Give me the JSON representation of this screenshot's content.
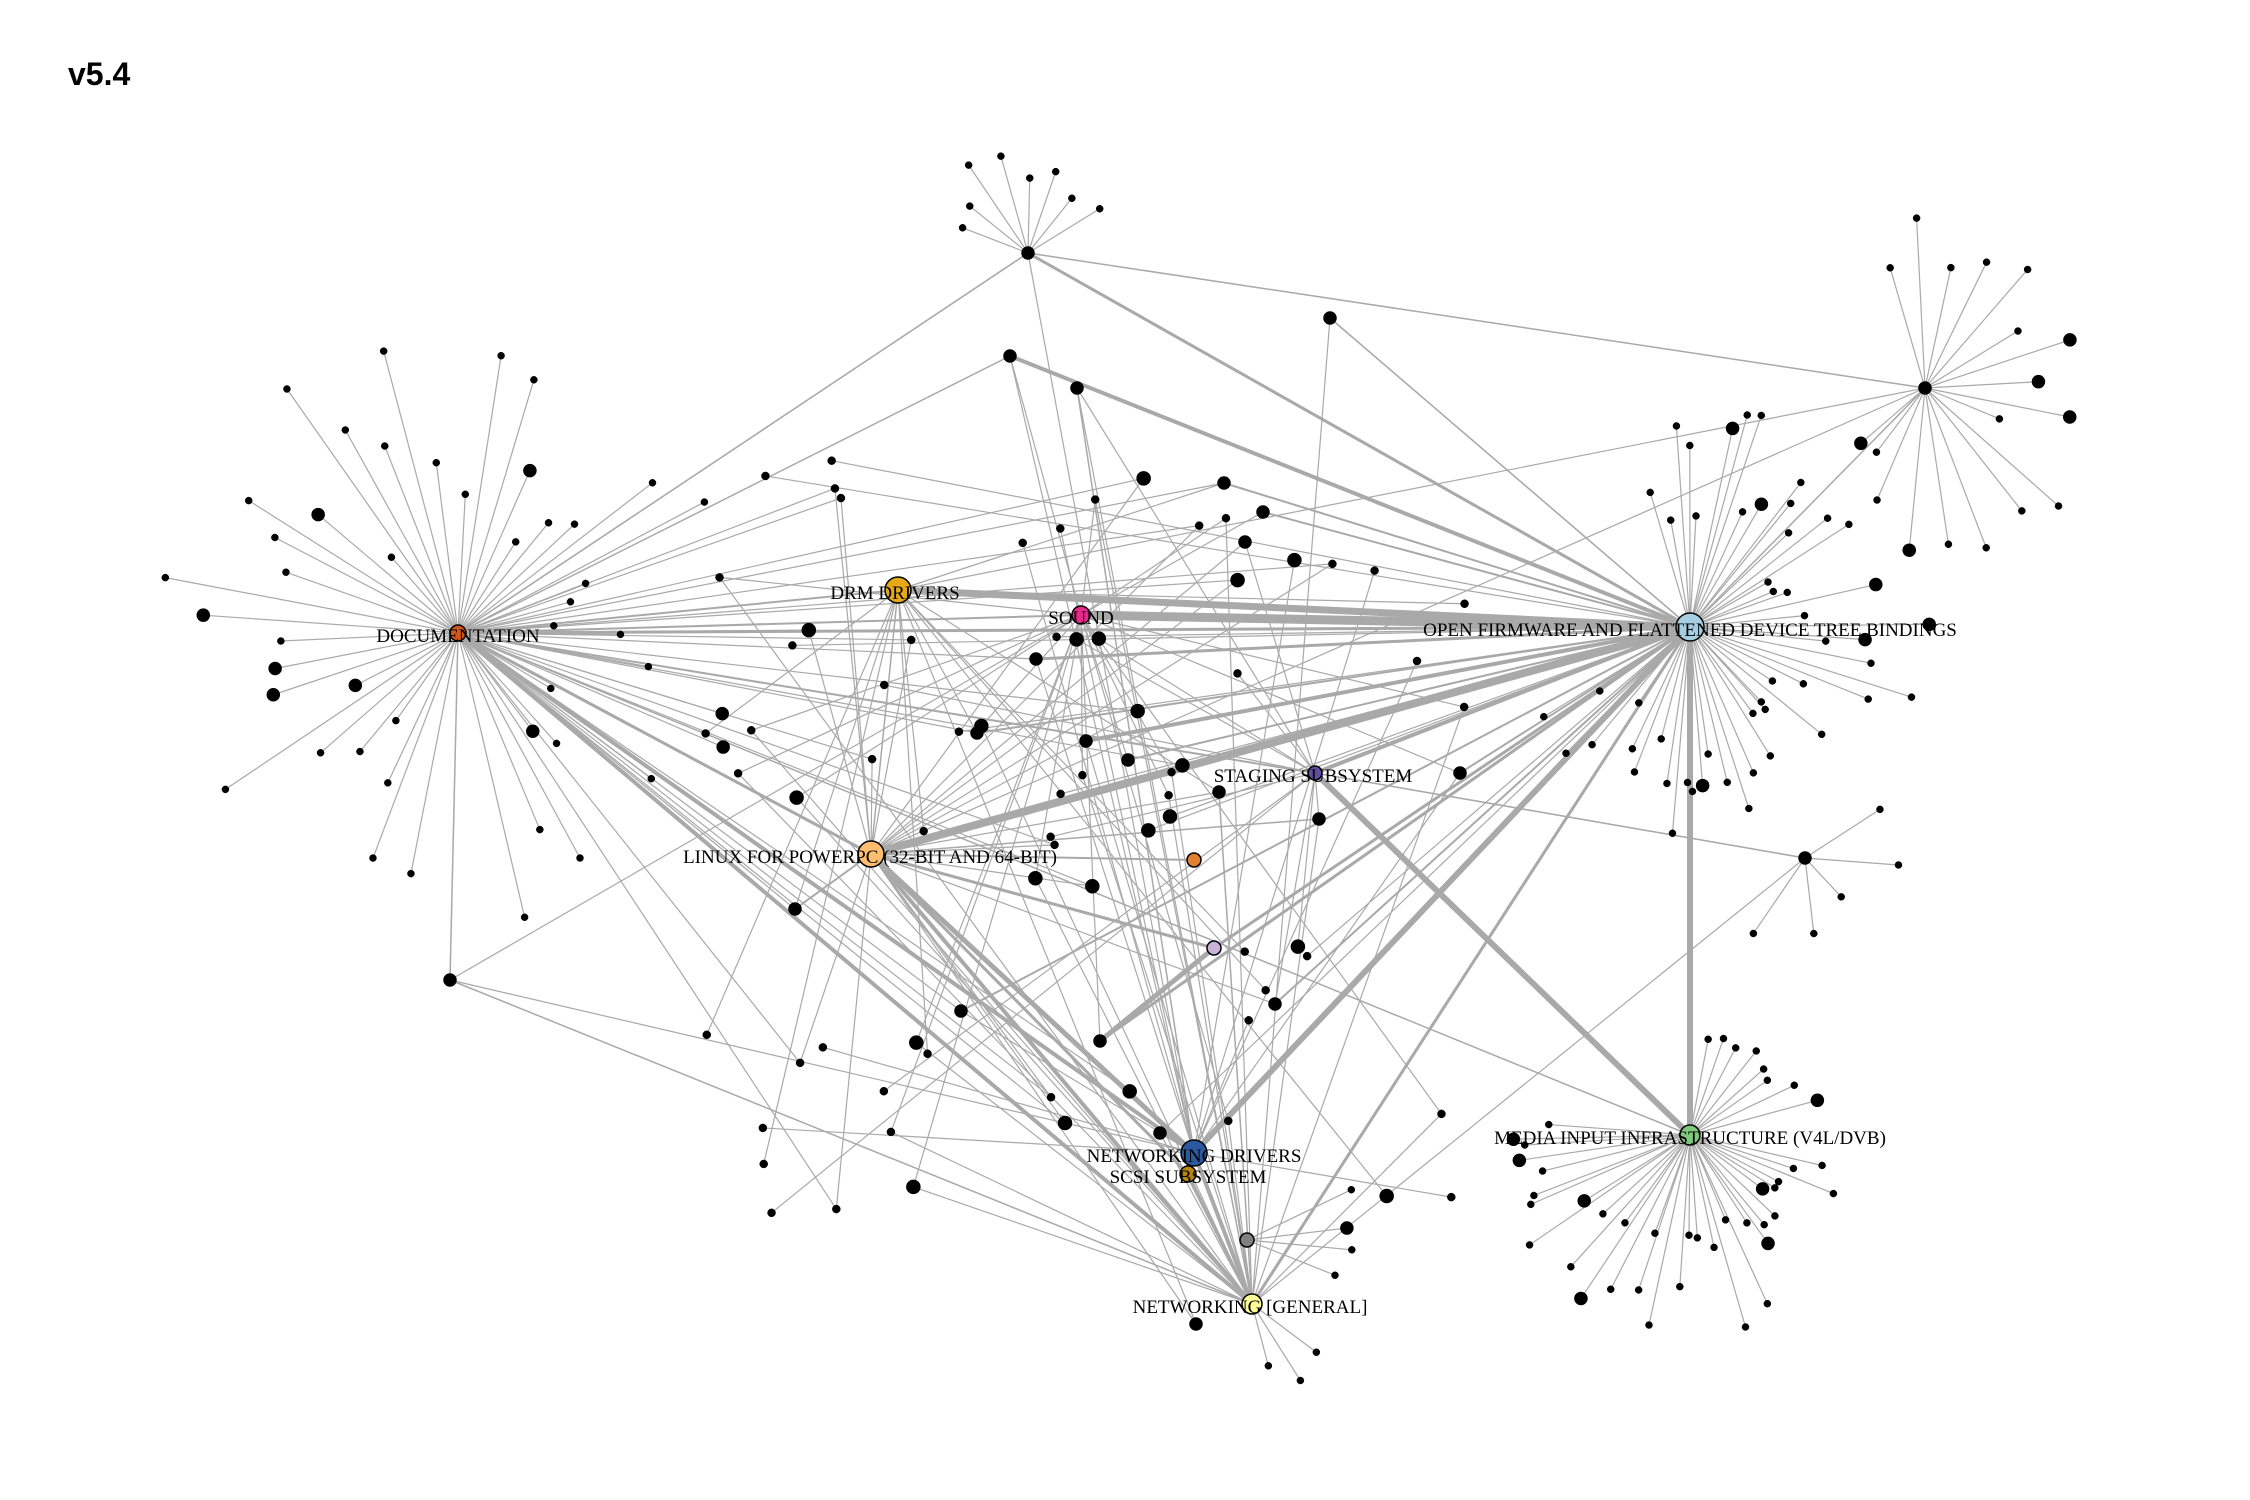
{
  "title": "v5.4",
  "colors": {
    "edge": "#a9a9a9",
    "node_default": "#000000",
    "node_stroke": "#000000",
    "label": "#000000"
  },
  "hubs": [
    {
      "id": "documentation",
      "label": "DOCUMENTATION",
      "color": "#d4561a"
    },
    {
      "id": "open-firmware",
      "label": "OPEN FIRMWARE AND FLATTENED DEVICE TREE BINDINGS",
      "color": "#a6cee3"
    },
    {
      "id": "drm-drivers",
      "label": "DRM DRIVERS",
      "color": "#e6a817"
    },
    {
      "id": "sound",
      "label": "SOUND",
      "color": "#e7298a"
    },
    {
      "id": "staging",
      "label": "STAGING SUBSYSTEM",
      "color": "#5e4fa2"
    },
    {
      "id": "powerpc",
      "label": "LINUX FOR POWERPC (32-BIT AND 64-BIT)",
      "color": "#fdbf6f"
    },
    {
      "id": "media",
      "label": "MEDIA INPUT INFRASTRUCTURE (V4L/DVB)",
      "color": "#7fc97f"
    },
    {
      "id": "net-drivers",
      "label": "NETWORKING DRIVERS",
      "color": "#2c5aa0"
    },
    {
      "id": "scsi",
      "label": "SCSI SUBSYSTEM",
      "color": "#b8860b"
    },
    {
      "id": "net-general",
      "label": "NETWORKING [GENERAL]",
      "color": "#ffff99"
    },
    {
      "id": "unlabeled-orange",
      "label": "",
      "color": "#e08030"
    },
    {
      "id": "unlabeled-lavender",
      "label": "",
      "color": "#cab2d6"
    },
    {
      "id": "unlabeled-gray",
      "label": "",
      "color": "#808080"
    }
  ]
}
